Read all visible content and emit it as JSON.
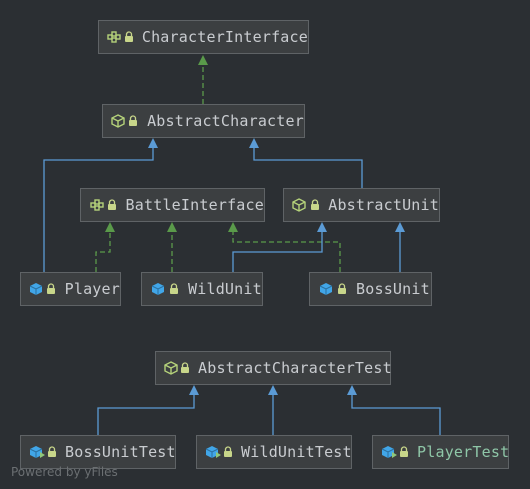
{
  "colors": {
    "background": "#2b2f33",
    "node_fill": "#3c3f41",
    "node_border": "#5f6366",
    "text": "#c9ccd0",
    "extends_edge": "#5b9bd5",
    "implements_edge": "#5a9a4a",
    "interface_icon": "#b5d27a",
    "abstract_icon": "#b5d27a",
    "class_icon": "#41a6e8",
    "lock_icon": "#c8d68a",
    "test_label": "#8fc7a8"
  },
  "nodes": [
    {
      "id": "character-interface",
      "label": "CharacterInterface",
      "kind": "interface",
      "icon": "interface-icon"
    },
    {
      "id": "abstract-character",
      "label": "AbstractCharacter",
      "kind": "abstract",
      "icon": "abstract-class-icon"
    },
    {
      "id": "battle-interface",
      "label": "BattleInterface",
      "kind": "interface",
      "icon": "interface-icon"
    },
    {
      "id": "abstract-unit",
      "label": "AbstractUnit",
      "kind": "abstract",
      "icon": "abstract-class-icon"
    },
    {
      "id": "player",
      "label": "Player",
      "kind": "class",
      "icon": "class-icon"
    },
    {
      "id": "wild-unit",
      "label": "WildUnit",
      "kind": "class",
      "icon": "class-icon"
    },
    {
      "id": "boss-unit",
      "label": "BossUnit",
      "kind": "class",
      "icon": "class-icon"
    },
    {
      "id": "abstract-character-test",
      "label": "AbstractCharacterTest",
      "kind": "abstract",
      "icon": "abstract-class-icon"
    },
    {
      "id": "boss-unit-test",
      "label": "BossUnitTest",
      "kind": "test",
      "icon": "test-class-icon"
    },
    {
      "id": "wild-unit-test",
      "label": "WildUnitTest",
      "kind": "test",
      "icon": "test-class-icon"
    },
    {
      "id": "player-test",
      "label": "PlayerTest",
      "kind": "test",
      "icon": "test-class-icon"
    }
  ],
  "edges": [
    {
      "from": "abstract-character",
      "to": "character-interface",
      "type": "implements"
    },
    {
      "from": "player",
      "to": "abstract-character",
      "type": "extends"
    },
    {
      "from": "abstract-unit",
      "to": "abstract-character",
      "type": "extends"
    },
    {
      "from": "player",
      "to": "battle-interface",
      "type": "implements"
    },
    {
      "from": "wild-unit",
      "to": "battle-interface",
      "type": "implements"
    },
    {
      "from": "boss-unit",
      "to": "battle-interface",
      "type": "implements"
    },
    {
      "from": "wild-unit",
      "to": "abstract-unit",
      "type": "extends"
    },
    {
      "from": "boss-unit",
      "to": "abstract-unit",
      "type": "extends"
    },
    {
      "from": "boss-unit-test",
      "to": "abstract-character-test",
      "type": "extends"
    },
    {
      "from": "wild-unit-test",
      "to": "abstract-character-test",
      "type": "extends"
    },
    {
      "from": "player-test",
      "to": "abstract-character-test",
      "type": "extends"
    }
  ],
  "watermark": "Powered by yFiles"
}
